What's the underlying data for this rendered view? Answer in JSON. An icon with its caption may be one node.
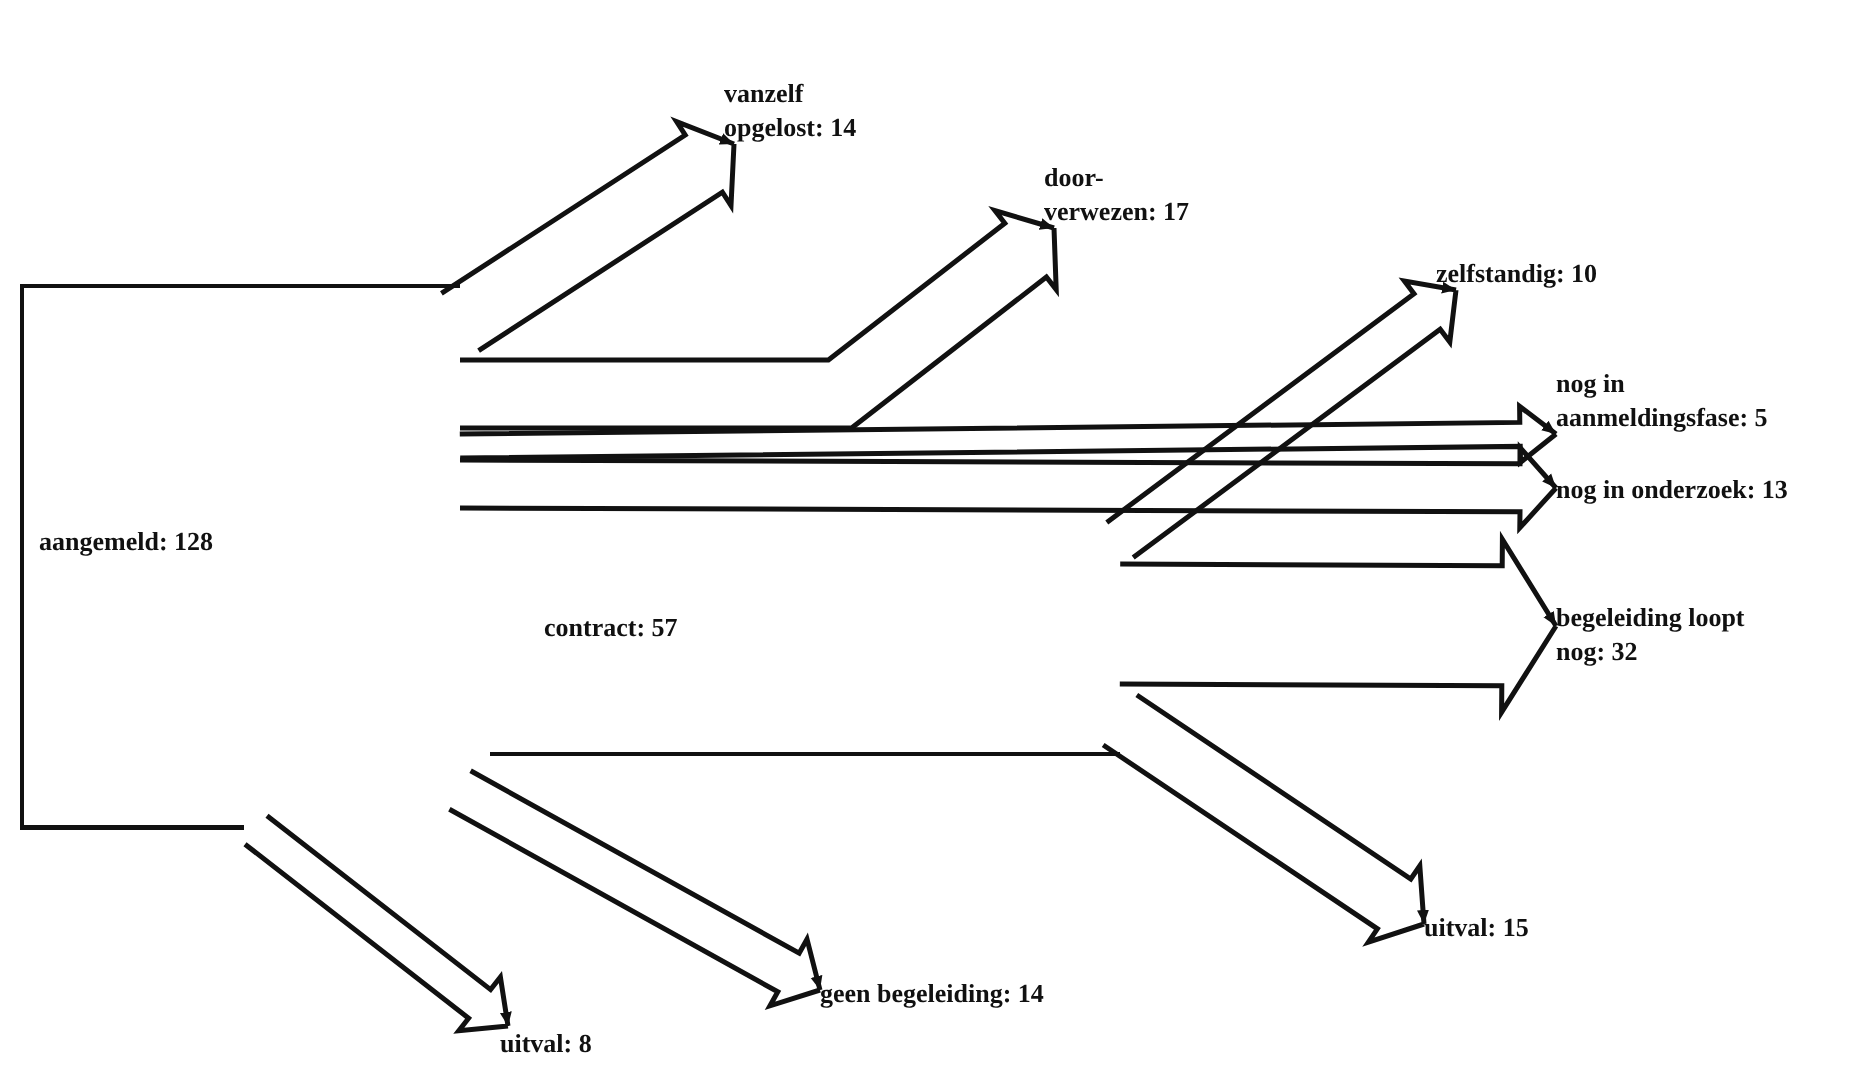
{
  "diagram": {
    "nodes": [
      {
        "text": [
          "vanzelf opgelost: 14"
        ]
      },
      {
        "text": [
          "door- verwezen: 17"
        ]
      },
      {
        "text": [
          "zelfstandig: 10"
        ]
      },
      {
        "text": [
          "nog in aanmeldingsfase: 5"
        ]
      },
      {
        "text": [
          "nog in onderzoek: 13"
        ]
      },
      {
        "text": [
          "aangemeld: 128"
        ]
      },
      {
        "text": [
          "contract: 57"
        ]
      },
      {
        "text": [
          "begeleiding loopt nog: 32"
        ]
      },
      {
        "text": [
          "uitval: 15"
        ]
      },
      {
        "text": [
          "geen begeleiding: 14"
        ]
      },
      {
        "text": [
          "uitval: 8"
        ]
      }
    ],
    "edges": [
      {
        "from": 5,
        "to": 0,
        "arrow": "to"
      },
      {
        "from": 5,
        "to": 1,
        "arrow": "to"
      },
      {
        "from": 6,
        "to": 2,
        "arrow": "to"
      },
      {
        "from": 5,
        "to": 3,
        "arrow": "to"
      },
      {
        "from": 5,
        "to": 4,
        "arrow": "to"
      },
      {
        "from": 6,
        "to": 7,
        "arrow": "to"
      },
      {
        "from": 6,
        "to": 8,
        "arrow": "to"
      },
      {
        "from": 5,
        "to": 9,
        "arrow": "to"
      },
      {
        "from": 5,
        "to": 10,
        "arrow": "to"
      }
    ]
  }
}
